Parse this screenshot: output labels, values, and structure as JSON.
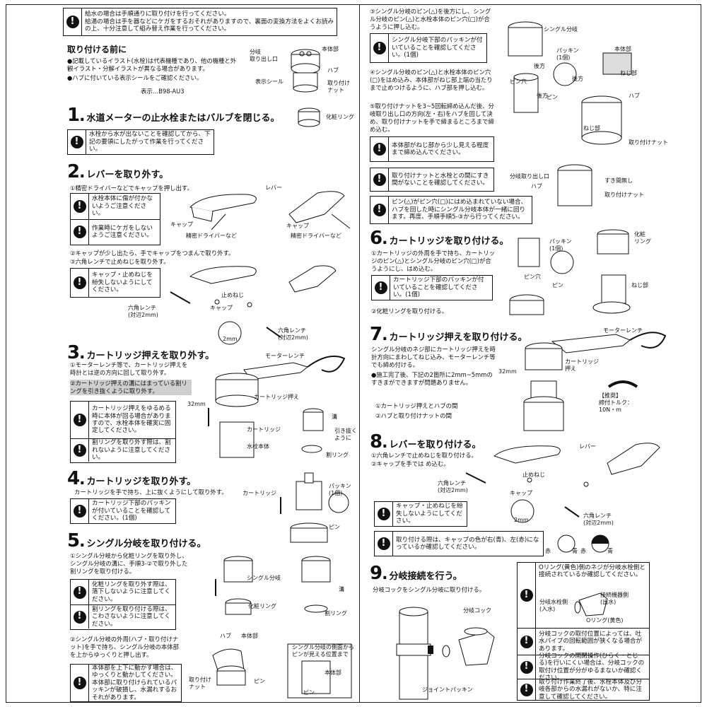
{
  "top_warning": "給水の場合は手順通りに取り付けを行ってください。\n給湯の場合は手を器などにケガをするおそれがありますので、裏面の変換方法をよくお読みの上、十分注意して組み替え作業を行ってください。",
  "before": {
    "title": "取り付ける前に",
    "bullets": [
      "●記載しているイラスト(水栓)は代表機種であり、他の機種と外観イラスト・分解イラストが異なる場合があります。",
      "●ハブに付いている表示シールをご確認ください。"
    ],
    "display_label": "表示…B98-AU3",
    "labels": {
      "bunki": "分岐\n取り出し口",
      "hontai": "本体部",
      "hub": "ハブ",
      "sticker": "表示シール",
      "nut": "取り付け\nナット",
      "ring": "化粧リング"
    }
  },
  "step1": {
    "num": "1",
    "title": "水道メーターの止水栓またはバルブを閉じる。",
    "warn": "水栓から水が出ないことを確認してから、下記の要領にしたがって作業を行ってください。"
  },
  "step2": {
    "num": "2",
    "title": "レバーを取り外す。",
    "sub1": "①精密ドライバーなどでキャップを押し出す。",
    "warn1": "水栓本体に傷が付かないようご注意ください。",
    "warn2": "作業時にケガをしないようご注意ください。",
    "sub2": "②キャップが少し出たら、手でキャップをつまんで取り外す。",
    "sub3": "③六角レンチで止めねじを取り外す。",
    "warn3": "キャップ・止めねじを紛失しないようにしてください。",
    "labels": {
      "lever": "レバー",
      "cap": "キャップ",
      "cap2": "キャップ",
      "driver": "精密ドライバーなど",
      "driver2": "精密ドライバーなど",
      "screw": "止めねじ",
      "cap3": "キャップ",
      "wrench": "六角レンチ\n(対辺2mm)",
      "wrench2": "六角レンチ\n(対辺2mm)",
      "mm": "2mm"
    }
  },
  "step3": {
    "num": "3",
    "title": "カートリッジ押えを取り外す。",
    "sub1": "①モーターレンチ等で、カートリッジ押えを時計とは逆の方向に回して取り外す。",
    "sub2": "②カートリッジ押えの溝にはまっている割リングを引き抜くように取り外す。",
    "warn1": "カートリッジ押えをゆるめる時に本体が回る場合がありますので、水栓本体を確実に固定してください。",
    "warn2": "割リングを取り外す際は、割れないように注意してください。",
    "labels": {
      "motor": "モーターレンチ",
      "mm32": "32mm",
      "osae": "カートリッジ押え",
      "cart": "カートリッジ",
      "body": "水栓本体",
      "groove": "溝",
      "pull": "引き抜く\nように",
      "ring": "割リング"
    }
  },
  "step4": {
    "num": "4",
    "title": "カートリッジを取り外す。",
    "sub1": "カートリッジを手で持ち、上に抜くようにして取り外す。",
    "warn1": "カートリッジ下部のパッキンが付いていることを確認してください。(1個)",
    "labels": {
      "cart": "カートリッジ",
      "packing": "パッキン\n(1個)",
      "pin": "ピン"
    }
  },
  "step5": {
    "num": "5",
    "title": "シングル分岐を取り付ける。",
    "sub1": "①シングル分岐から化粧リングを取り外し、シングル分岐の溝に、手順3-②で取り外した割リングを取り付ける。",
    "warn1": "化粧リングを取り外す際は、落下しないように注意してください。",
    "warn2": "割リングを取り付ける際は、こわさないように注意してください。",
    "sub2": "②シングル分岐の外周(ハブ・取り付けナット)を手で持ち、シングル分岐の本体部を上からゆっくりと押し出す。",
    "warn3": "本体部を上下に動かす場合は、ゆっくりと動かしてください。本体部に取り付けられているパッキンが破損し、水漏れするおそれがあります。",
    "labels": {
      "single": "シングル分岐",
      "ring": "化粧リング",
      "groove": "溝",
      "wari": "割リング",
      "hub": "ハブ",
      "hontai": "本体部",
      "nut": "取り付け\nナット",
      "pin": "ピン",
      "callout": "シングル分岐の側面から\nピンが見える位置まで",
      "hontai2": "本体部",
      "pin2": "ピン"
    }
  },
  "step5r": {
    "sub3": "③シングル分岐のピン(△)を後方にし、シングル分岐のピン(△)と水栓本体のピン穴(□)が合うように押し込む。",
    "warn4": "シングル分岐下部のパッキンが付いていることを確認してください。(1個)",
    "sub4": "④シングル分岐のピン(△)と水栓本体のピン穴(□)をはめ込み、本体部がねじ部上端の当たりまで止めつけるように、ハブ部を押し込む。",
    "sub5": "⑤取り付けナットを3~5回転締め込んだ後、分岐取り出し口の方向(左・右)をハブを回して決め、取り付けナットを手で締まるところまで締め込む。",
    "warn5": "本体部がねじ部から少し見える程度まで締め込んでください。",
    "warn6": "取り付けナットと水栓との間にすき間がないことを確認してください。",
    "warn7": "ピン(△)がピン穴(□)にはめ込まれていない場合、ハブを回した時にシングル分岐本体が一緒に回ります。再度、手順手順5-③から行ってください。",
    "labels": {
      "single": "シングル分岐",
      "packing": "パッキン\n(1個)",
      "back": "後方",
      "back2": "後方",
      "back3": "後方",
      "pinhole": "ピン穴",
      "pin": "ピン",
      "hontai": "本体部",
      "nejibu": "ねじ部",
      "hub": "ハブ",
      "nejibu2": "ねじ部",
      "nut": "取り付けナット",
      "outlet": "分岐取り出し口",
      "nogap": "すき間無し",
      "hub2": "ハブ",
      "nut2": "取り付けナット"
    }
  },
  "step6": {
    "num": "6",
    "title": "カートリッジを取り付ける。",
    "sub1": "①カートリッジの外周を手で持ち、カートリッジのピン(△)とシングル分岐のピン穴(□)が合うようにし、はめ込む。",
    "warn1": "カートリッジ下部のパッキンが付いていることを確認してください。(1個)",
    "sub2": "②化粧リングを取り付ける。",
    "labels": {
      "packing": "パッキン\n(1個)",
      "pinhole": "ピン穴",
      "pin": "ピン",
      "ring": "化粧\nリング",
      "nejibu": "ねじ部"
    }
  },
  "step7": {
    "num": "7",
    "title": "カートリッジ押えを取り付ける。",
    "sub1": "シングル分岐のネジ部にカートリッジ押えを時計方向にまわしてねじ込み、モーターレンチ等でも締め付ける。",
    "note": "●施工完了後、下記の2箇所に2mm~5mmのすきまができますが問題ありません。",
    "n1": "①カートリッジ押えとハブの間",
    "n2": "②ハブと取り付けナットの間",
    "labels": {
      "motor": "モーターレンチ",
      "mm32": "32mm",
      "osae": "カートリッジ\n押え",
      "rec": "【推奨】\n締付トルク：\n10N・m"
    }
  },
  "step8": {
    "num": "8",
    "title": "レバーを取り付ける。",
    "sub1": "①六角レンチで止めねじを取り付ける。",
    "sub2": "②キャップを手では め込む。",
    "warn1": "キャップ・止めねじを紛失しないようにしてください。",
    "warn2": "取り付ける際は、キャップの色が右(青)、左(赤)になっているか確認してください。",
    "labels": {
      "lever": "レバー",
      "screw": "止めねじ",
      "wrench": "六角レンチ\n(対辺2mm)",
      "cap": "キャップ",
      "mm": "2mm",
      "wrench2": "六角レンチ\n(対辺2mm)",
      "red": "赤",
      "blue": "青",
      "red2": "赤",
      "blue2": "青"
    }
  },
  "step9": {
    "num": "9",
    "title": "分岐接続を行う。",
    "sub1": "分岐コックをシングル分岐に取り付ける。",
    "warn1": "Oリング(黄色)側のネジが分岐水栓側と接続されているか確認してください。",
    "warn2": "分岐コックの取付位置によっては、吐水パイプの回転範囲が狭くなる場合があります。",
    "warn3": "分岐コックの開閉操作(ひらく・とじる)を行いにくい場合は、分岐コックの取付け位置が分がゆるまないか確認ください。",
    "warn4": "取り付け作業終了後、水栓本体及び分岐各部からの水漏れがないか、特に注意して確認してください。",
    "labels": {
      "cock": "分岐コック",
      "joint": "ジョイントパッキン",
      "in": "分岐水栓側\n(入水)",
      "out": "接続機器側\n(出水)",
      "oring": "Oリング(黄色)"
    }
  }
}
